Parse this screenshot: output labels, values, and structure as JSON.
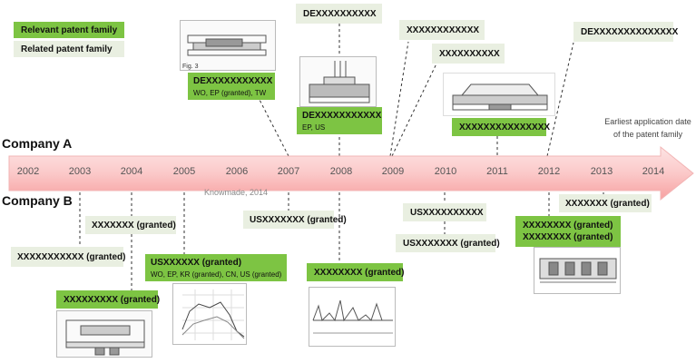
{
  "legend": {
    "relevant": "Relevant patent family",
    "related": "Related patent family"
  },
  "companies": {
    "a": "Company A",
    "b": "Company B"
  },
  "timeline": {
    "years": [
      "2002",
      "2003",
      "2004",
      "2005",
      "2006",
      "2007",
      "2008",
      "2009",
      "2010",
      "2011",
      "2012",
      "2013",
      "2014"
    ],
    "note": "Earliest application date of the patent family",
    "watermark": "Knowmade, 2014"
  },
  "company_a_patents": [
    {
      "id": "DEXXXXXXXXXXX",
      "sub": "WO, EP (granted), TW"
    },
    {
      "id": "DEXXXXXXXXXX",
      "sub": ""
    },
    {
      "id": "DEXXXXXXXXXXX",
      "sub": "EP, US"
    },
    {
      "id": "XXXXXXXXXXXX",
      "sub": ""
    },
    {
      "id": "XXXXXXXXXX",
      "sub": ""
    },
    {
      "id": "XXXXXXXXXXXXXXX",
      "sub": ""
    },
    {
      "id": "DEXXXXXXXXXXXXXX",
      "sub": ""
    }
  ],
  "company_b_patents": [
    {
      "label": "XXXXXXX (granted)"
    },
    {
      "label": "XXXXXXXXXXX (granted)"
    },
    {
      "label": "USXXXXXX (granted)",
      "sub": "WO, EP, KR (granted), CN, US (granted)"
    },
    {
      "label": "XXXXXXXXX (granted)"
    },
    {
      "label": "USXXXXXXX (granted)"
    },
    {
      "label": "XXXXXXXX (granted)"
    },
    {
      "label": "USXXXXXXXXXX"
    },
    {
      "label": "USXXXXXXX (granted)"
    },
    {
      "label": "XXXXXXXX (granted)",
      "line2": "XXXXXXXX (granted)"
    },
    {
      "label": "XXXXXXX (granted)"
    }
  ],
  "colors": {
    "relevant": "#7dc443",
    "related": "#e9efe1",
    "arrow_light": "#fde4e4",
    "arrow_dark": "#f7a1a1"
  }
}
